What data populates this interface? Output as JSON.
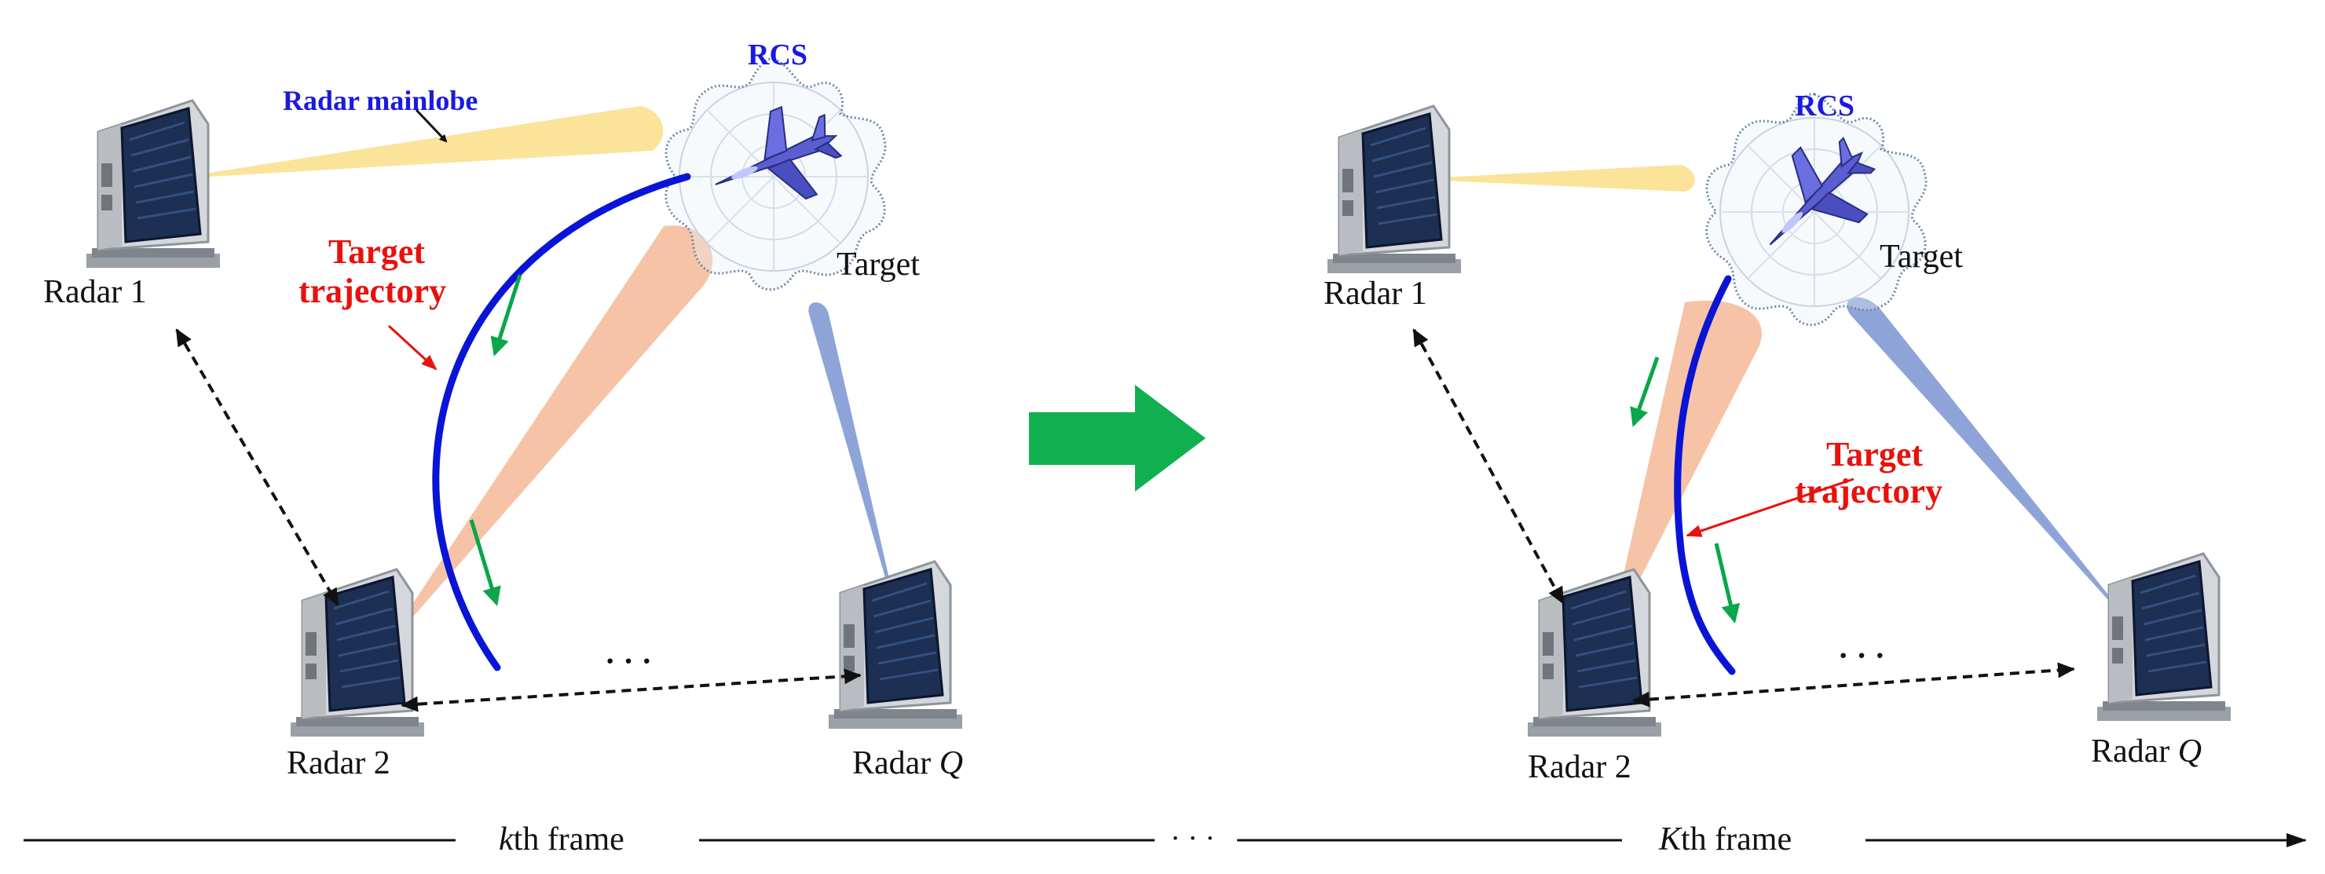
{
  "colors": {
    "trajectory": "#0a14d6",
    "trajectory_label": "#e8120c",
    "rcs_label": "#1a1ae0",
    "mainlobe": "#fbe39a",
    "beam2": "#f6c3a6",
    "beamQ": "#8ea4d8",
    "motion_arrow": "#0aa64a",
    "transition_arrow": "#10b050",
    "link": "#111111",
    "radar_body": "#cfd2d6",
    "radar_face": "#1d2f52",
    "plane": "#5a5ed0"
  },
  "icons": {
    "radar": "radar-icon",
    "target": "jet-aircraft-icon",
    "rcs_pattern": "rcs-polar-pattern-icon"
  },
  "panels": [
    {
      "radar_labels": {
        "r1": "Radar 1",
        "r2": "Radar 2",
        "rq_prefix": "Radar ",
        "rq_var": "Q"
      },
      "target_label": "Target",
      "rcs_label": "RCS",
      "mainlobe_label": "Radar mainlobe",
      "trajectory_label": [
        "Target",
        "trajectory"
      ],
      "ellipsis": "· · ·"
    },
    {
      "radar_labels": {
        "r1": "Radar 1",
        "r2": "Radar 2",
        "rq_prefix": "Radar ",
        "rq_var": "Q"
      },
      "target_label": "Target",
      "rcs_label": "RCS",
      "trajectory_label": [
        "Target",
        "trajectory"
      ],
      "ellipsis": "· · ·"
    }
  ],
  "timeline": {
    "frame_k_var": "k",
    "frame_k_text": "th frame",
    "frame_K_var": "K",
    "frame_K_text": "th frame",
    "ellipsis": "· · ·"
  }
}
